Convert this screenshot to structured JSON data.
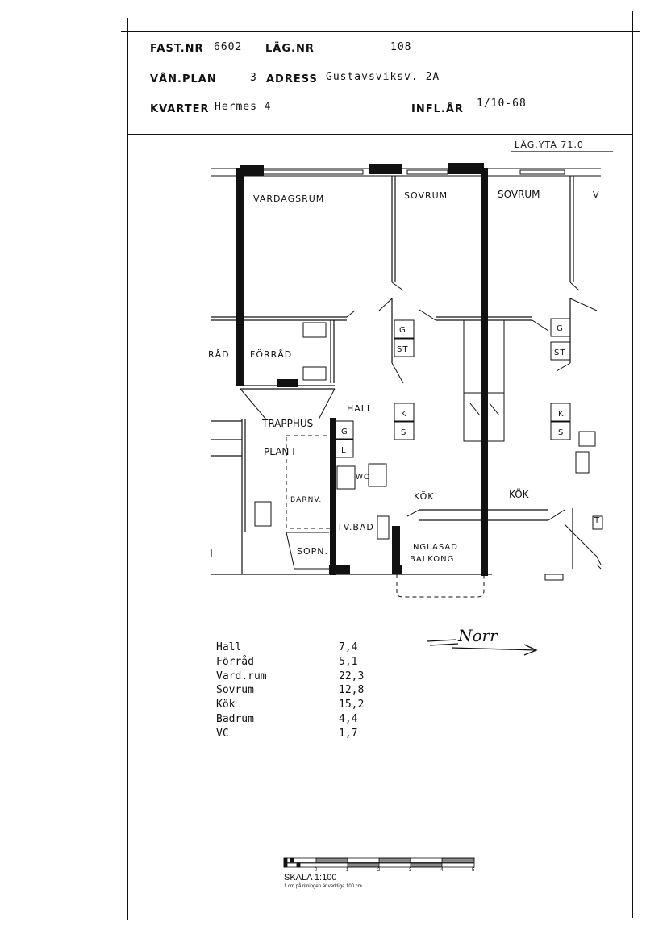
{
  "header": {
    "fast_nr_label": "FAST.NR",
    "fast_nr_value": "6602",
    "lag_nr_label": "LÄG.NR",
    "lag_nr_value": "108",
    "van_plan_label": "VÅN.PLAN",
    "van_plan_value": "3",
    "adress_label": "ADRESS",
    "adress_value": "Gustavsviksv. 2A",
    "kvarter_label": "KVARTER",
    "kvarter_value": "Hermes 4",
    "infl_ar_label": "INFL.ÅR",
    "infl_ar_value": "1/10-68"
  },
  "plan": {
    "lag_yta": "LÄG.YTA 71,0",
    "rooms": {
      "vardagsrum": "VARDAGSRUM",
      "sovrum_1": "SOVRUM",
      "sovrum_2": "SOVRUM",
      "v_partial": "V",
      "forrad": "FÖRRÅD",
      "rad_partial": "RÅD",
      "hall": "HALL",
      "trapphus": "TRAPPHUS",
      "plan_i": "PLAN I",
      "barnv": "BARNV.",
      "wc": "WC",
      "tv_bad": "TV.BAD",
      "sopn": "SOPN.",
      "kok_1": "KÖK",
      "kok_2": "KÖK",
      "inglasad": "INGLASAD",
      "balkong": "BALKONG"
    },
    "fixtures": {
      "g1": "G",
      "st1": "ST",
      "g2": "G",
      "st2": "ST",
      "k1": "K",
      "s1": "S",
      "k2": "K",
      "s2": "S",
      "g3": "G",
      "l3": "L",
      "t": "T"
    }
  },
  "compass": {
    "label": "Norr"
  },
  "areas": [
    {
      "name": "Hall",
      "value": "7,4"
    },
    {
      "name": "Förråd",
      "value": "5,1"
    },
    {
      "name": "Vard.rum",
      "value": "22,3"
    },
    {
      "name": "Sovrum",
      "value": "12,8"
    },
    {
      "name": "Kök",
      "value": "15,2"
    },
    {
      "name": "Badrum",
      "value": "4,4"
    },
    {
      "name": "VC",
      "value": "1,7"
    }
  ],
  "scale": {
    "title": "SKALA 1:100",
    "note": "1 cm på ritningen är verkliga 100 cm",
    "ticks": [
      "0",
      "1",
      "2",
      "3",
      "4",
      "5"
    ]
  }
}
